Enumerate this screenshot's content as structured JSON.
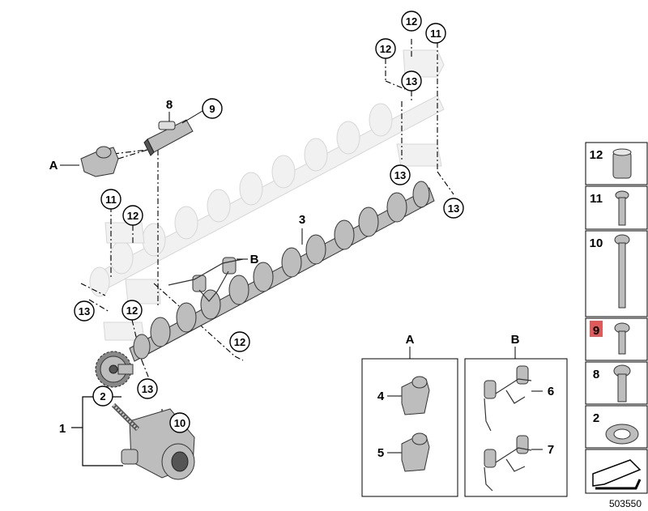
{
  "callouts": {
    "c1": "1",
    "c2": "2",
    "c3": "3",
    "c4": "4",
    "c5": "5",
    "c6": "6",
    "c7": "7",
    "c8": "8",
    "c9": "9",
    "c10": "10",
    "c11": "11",
    "c12": "12",
    "c13": "13",
    "labelA": "A",
    "labelB": "B"
  },
  "legend": {
    "items": [
      "12",
      "11",
      "10",
      "9",
      "8",
      "2"
    ],
    "highlighted": "9",
    "highlight_color": "#e05a5a"
  },
  "diagram_id": "503550"
}
